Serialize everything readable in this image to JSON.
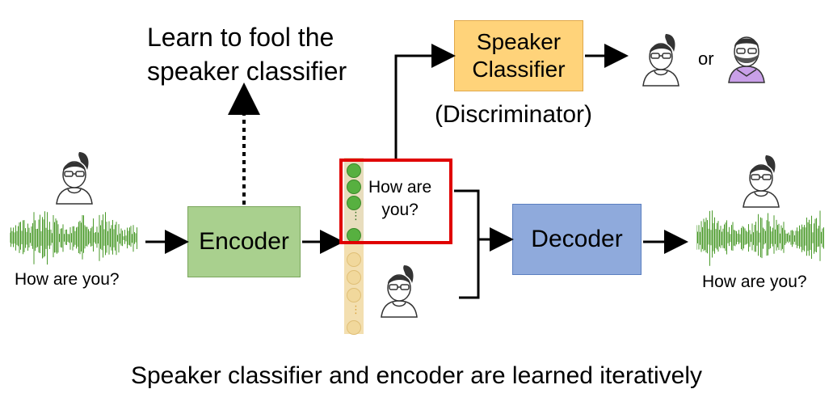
{
  "title": {
    "line1": "Learn to fool the",
    "line2": "speaker classifier"
  },
  "encoder": {
    "label": "Encoder"
  },
  "decoder": {
    "label": "Decoder"
  },
  "speaker_classifier": {
    "line1": "Speaker",
    "line2": "Classifier"
  },
  "discriminator": {
    "label": "(Discriminator)"
  },
  "input_label": "How are you?",
  "output_label": "How are you?",
  "content_text": {
    "line1": "How are",
    "line2": "you?"
  },
  "or_label": "or",
  "bottom_caption": "Speaker classifier and encoder are learned iteratively",
  "colors": {
    "encoder": "#a9d08e",
    "decoder": "#8faadc",
    "classifier": "#ffd37a",
    "highlight": "#e00000",
    "waveform": "#4a9a2a",
    "avatar_purple": "#c9a0e8"
  },
  "icons": [
    "female-speaker-icon",
    "male-speaker-icon",
    "waveform-icon"
  ]
}
